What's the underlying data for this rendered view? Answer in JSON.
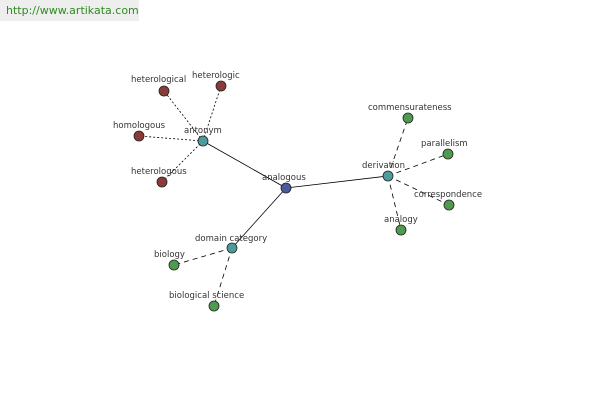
{
  "header": {
    "url": "http://www.artikata.com"
  },
  "colors": {
    "center": "#4a5a9c",
    "hub": "#4f9a9a",
    "red_leaf": "#8b3a3a",
    "green_leaf": "#4f9a4f",
    "edge": "#000000"
  },
  "graph": {
    "nodes": [
      {
        "id": "analogous",
        "label": "analogous",
        "kind": "center"
      },
      {
        "id": "antonym",
        "label": "antonym",
        "kind": "hub"
      },
      {
        "id": "derivation",
        "label": "derivation",
        "kind": "hub"
      },
      {
        "id": "domain-category",
        "label": "domain category",
        "kind": "hub"
      },
      {
        "id": "heterological",
        "label": "heterological",
        "kind": "red_leaf"
      },
      {
        "id": "heterologic",
        "label": "heterologic",
        "kind": "red_leaf"
      },
      {
        "id": "homologous",
        "label": "homologous",
        "kind": "red_leaf"
      },
      {
        "id": "heterologous",
        "label": "heterologous",
        "kind": "red_leaf"
      },
      {
        "id": "commensurateness",
        "label": "commensurateness",
        "kind": "green_leaf"
      },
      {
        "id": "parallelism",
        "label": "parallelism",
        "kind": "green_leaf"
      },
      {
        "id": "correspondence",
        "label": "correspondence",
        "kind": "green_leaf"
      },
      {
        "id": "analogy",
        "label": "analogy",
        "kind": "green_leaf"
      },
      {
        "id": "biology",
        "label": "biology",
        "kind": "green_leaf"
      },
      {
        "id": "biological-science",
        "label": "biological science",
        "kind": "green_leaf"
      }
    ],
    "edges": [
      {
        "from": "analogous",
        "to": "antonym",
        "style": "solid"
      },
      {
        "from": "analogous",
        "to": "derivation",
        "style": "solid"
      },
      {
        "from": "analogous",
        "to": "domain-category",
        "style": "solid"
      },
      {
        "from": "antonym",
        "to": "heterological",
        "style": "dotted"
      },
      {
        "from": "antonym",
        "to": "heterologic",
        "style": "dotted"
      },
      {
        "from": "antonym",
        "to": "homologous",
        "style": "dotted"
      },
      {
        "from": "antonym",
        "to": "heterologous",
        "style": "dotted"
      },
      {
        "from": "derivation",
        "to": "commensurateness",
        "style": "dashed"
      },
      {
        "from": "derivation",
        "to": "parallelism",
        "style": "dashed"
      },
      {
        "from": "derivation",
        "to": "correspondence",
        "style": "dashed"
      },
      {
        "from": "derivation",
        "to": "analogy",
        "style": "dashed"
      },
      {
        "from": "domain-category",
        "to": "biology",
        "style": "dashed"
      },
      {
        "from": "domain-category",
        "to": "biological-science",
        "style": "dashed"
      }
    ]
  }
}
